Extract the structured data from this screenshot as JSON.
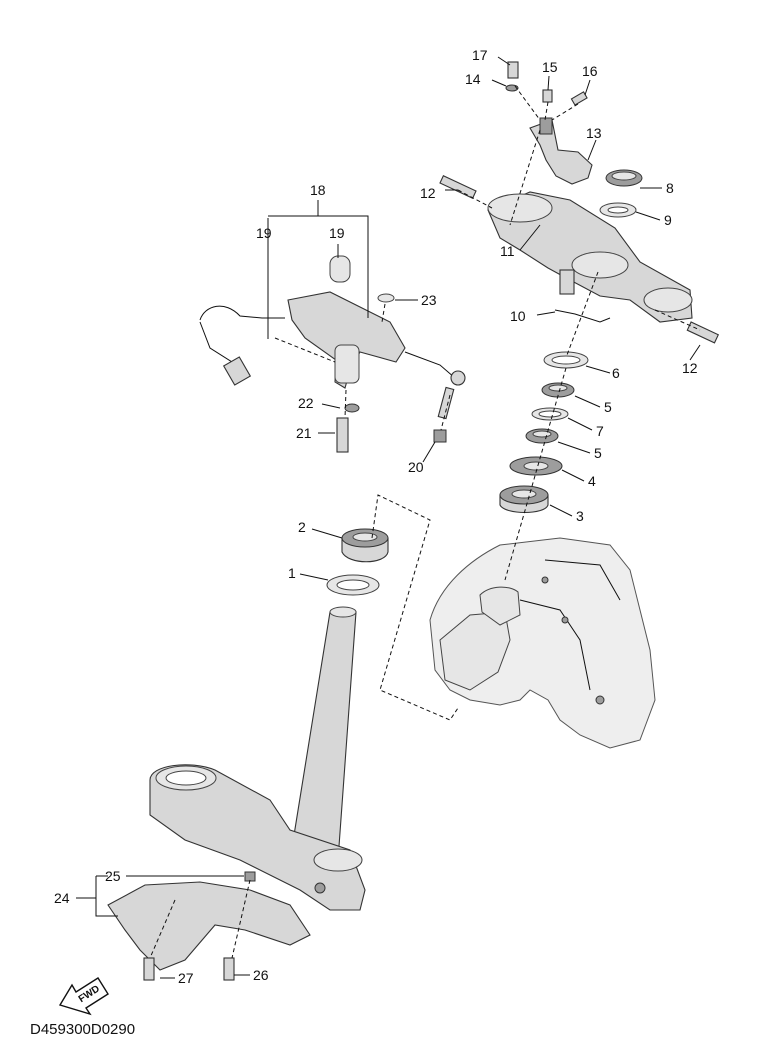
{
  "diagram_code": "D459300D0290",
  "fwd_label": "FWD",
  "callouts": {
    "c1": "1",
    "c2": "2",
    "c3": "3",
    "c4": "4",
    "c5a": "5",
    "c5b": "5",
    "c6": "6",
    "c7": "7",
    "c8": "8",
    "c9": "9",
    "c10": "10",
    "c11": "11",
    "c12a": "12",
    "c12b": "12",
    "c13": "13",
    "c14": "14",
    "c15": "15",
    "c16": "16",
    "c17": "17",
    "c18": "18",
    "c19a": "19",
    "c19b": "19",
    "c20": "20",
    "c21": "21",
    "c22": "22",
    "c23": "23",
    "c24": "24",
    "c25": "25",
    "c26": "26",
    "c27": "27"
  },
  "colors": {
    "part": "#d7d7d7",
    "frame": "#eeeeee",
    "line": "#111111"
  }
}
